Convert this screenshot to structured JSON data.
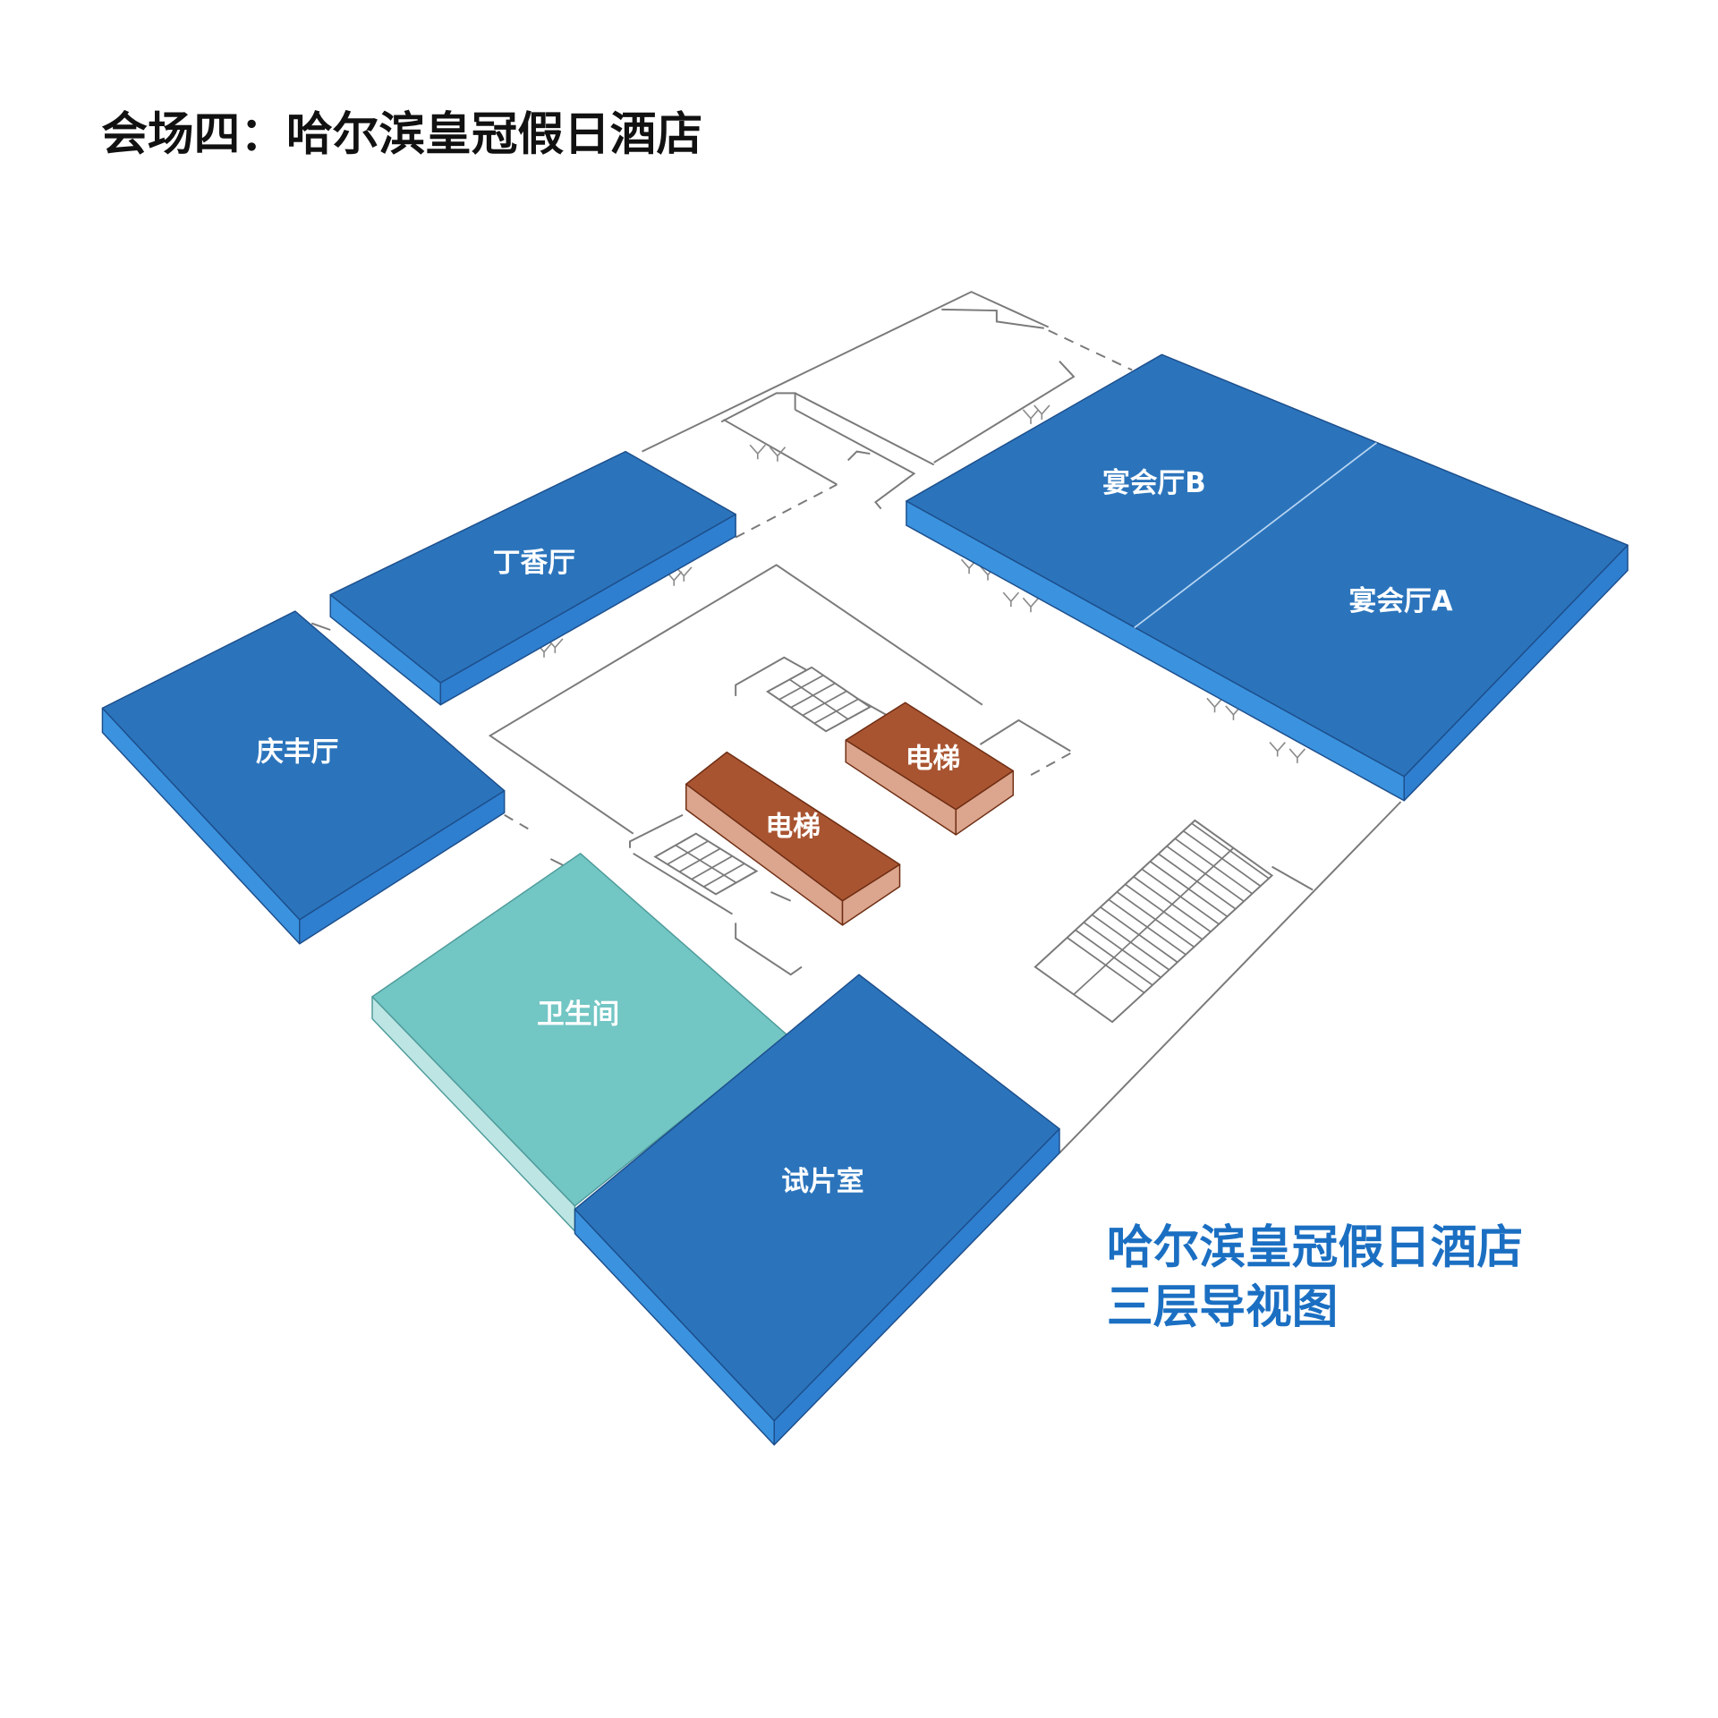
{
  "title": "会场四：哈尔滨皇冠假日酒店",
  "guide": {
    "hotel_name": "哈尔滨皇冠假日酒店",
    "floor_guide": "三层导视图"
  },
  "rooms": {
    "banquet_b": "宴会厅B",
    "banquet_a": "宴会厅A",
    "lilac_hall": "丁香厅",
    "qingfeng_hall": "庆丰厅",
    "restroom": "卫生间",
    "screening_room": "试片室",
    "elevator_1": "电梯",
    "elevator_2": "电梯"
  },
  "colors": {
    "hall_top": "#2b74bc",
    "hall_side": "#3b93df",
    "hall_side_dark": "#2f7fd0",
    "restroom_top": "#72c6c4",
    "restroom_side": "#bde5e3",
    "elevator_top": "#a95431",
    "elevator_side": "#dca58d",
    "guide_text": "#1b6fc2"
  }
}
